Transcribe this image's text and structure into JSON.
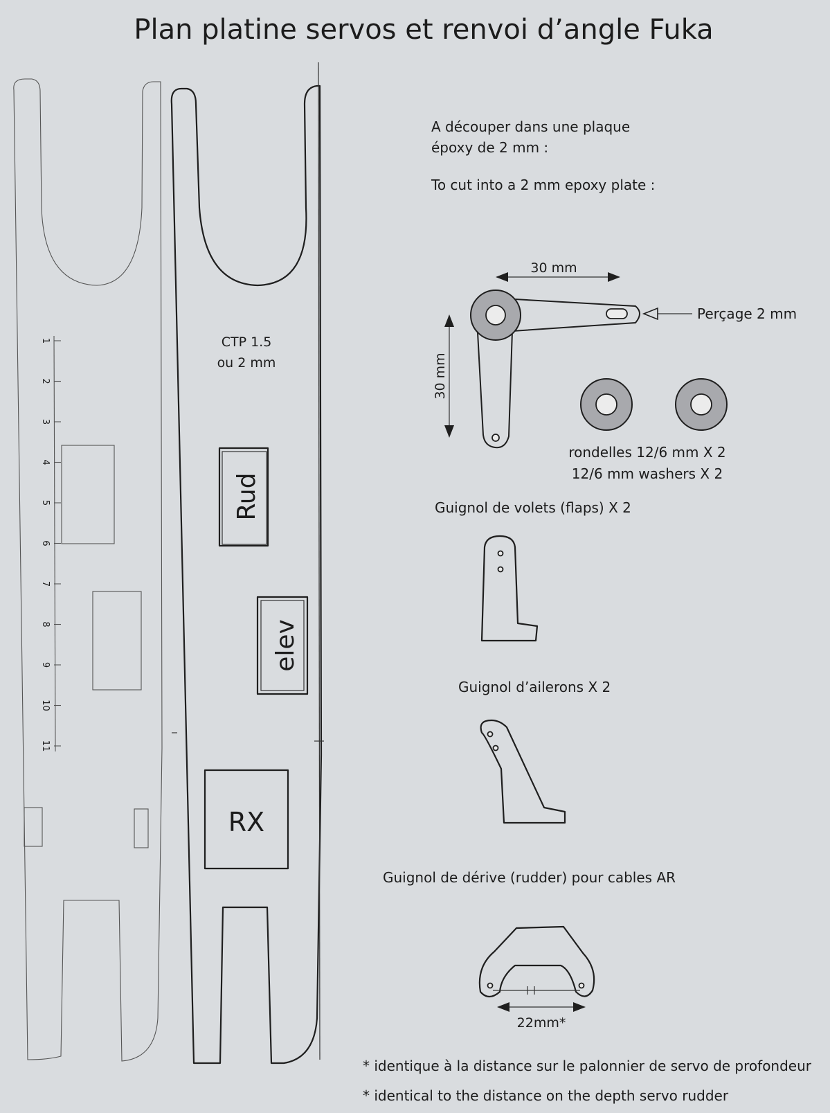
{
  "title": "Plan platine servos et renvoi d’angle Fuka",
  "plate": {
    "material_line1": "CTP 1.5",
    "material_line2": "ou 2 mm",
    "rud_label": "Rud",
    "elev_label": "elev",
    "rx_label": "RX"
  },
  "ruler": {
    "numbers": [
      "1",
      "2",
      "3",
      "4",
      "5",
      "6",
      "7",
      "8",
      "9",
      "10",
      "11"
    ]
  },
  "instructions": {
    "fr_line1": "A découper dans une plaque",
    "fr_line2": "époxy de 2 mm :",
    "en": "To cut into a 2 mm epoxy plate :"
  },
  "bellcrank": {
    "dim_horizontal": "30 mm",
    "dim_vertical": "30 mm",
    "drill_label": "Perçage 2 mm",
    "washers_fr": "rondelles 12/6 mm X 2",
    "washers_en": "12/6 mm washers X 2"
  },
  "horns": {
    "flaps_label": "Guignol de volets (flaps) X 2",
    "ailerons_label": "Guignol d’ailerons X 2",
    "rudder_label": "Guignol de dérive (rudder) pour cables AR",
    "rudder_dim": "22mm*"
  },
  "footnotes": {
    "fr": "* identique à la distance sur le palonnier de servo de profondeur",
    "en": "* identical to the distance on the depth servo rudder"
  }
}
